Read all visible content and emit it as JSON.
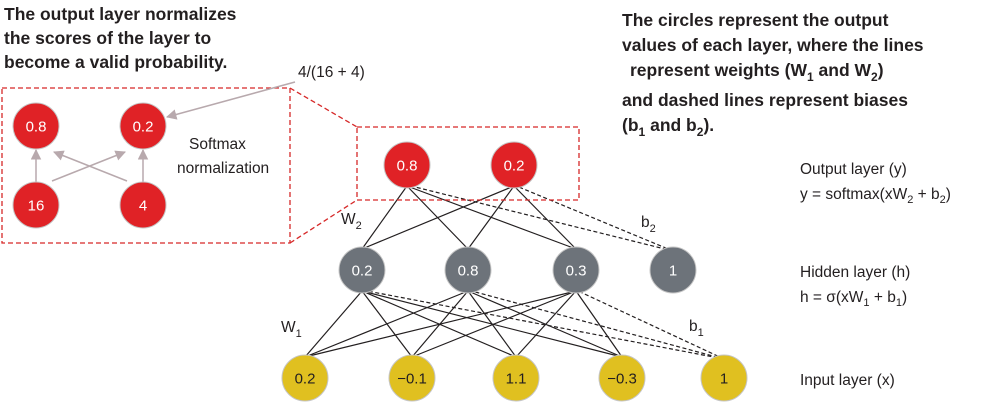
{
  "colors": {
    "output_node": "#e02226",
    "hidden_node": "#6d737a",
    "input_node": "#e0c020",
    "highlight_border": "#d62828",
    "edge": "#231f20",
    "softmax_arrow": "#b8a9ad"
  },
  "callout_left": {
    "lines": [
      "The output layer normalizes",
      "the scores of the layer to",
      "become a valid probability."
    ]
  },
  "callout_right": {
    "line1": "The circles represent the output",
    "line2": "values of each layer, where the lines",
    "line3_pre": "represent weights (W",
    "line3_sub1": "1",
    "line3_mid": " and W",
    "line3_sub2": "2",
    "line3_post": ")",
    "line4": "and dashed lines represent biases",
    "line5_pre": "(b",
    "line5_sub1": "1",
    "line5_mid": " and b",
    "line5_sub2": "2",
    "line5_post": ")."
  },
  "softmax_detail": {
    "formula": "4/(16 + 4)",
    "label_line1": "Softmax",
    "label_line2": "normalization",
    "top_values": [
      "0.8",
      "0.2"
    ],
    "bottom_values": [
      "16",
      "4"
    ]
  },
  "network": {
    "output_values": [
      "0.8",
      "0.2"
    ],
    "hidden_values": [
      "0.2",
      "0.8",
      "0.3"
    ],
    "hidden_bias_value": "1",
    "input_values": [
      "0.2",
      "−0.1",
      "1.1",
      "−0.3"
    ],
    "input_bias_value": "1",
    "w2": {
      "main": "W",
      "sub": "2"
    },
    "w1": {
      "main": "W",
      "sub": "1"
    },
    "b2": {
      "main": "b",
      "sub": "2"
    },
    "b1": {
      "main": "b",
      "sub": "1"
    }
  },
  "layer_labels": {
    "output_name": "Output layer (y)",
    "output_formula_pre": "y = softmax(xW",
    "output_formula_sub": "2",
    "output_formula_mid": " + b",
    "output_formula_sub2": "2",
    "output_formula_post": ")",
    "hidden_name": "Hidden layer (h)",
    "hidden_formula_pre": "h = σ(xW",
    "hidden_formula_sub": "1",
    "hidden_formula_mid": " + b",
    "hidden_formula_sub2": "1",
    "hidden_formula_post": ")",
    "input_name": "Input layer (x)"
  }
}
